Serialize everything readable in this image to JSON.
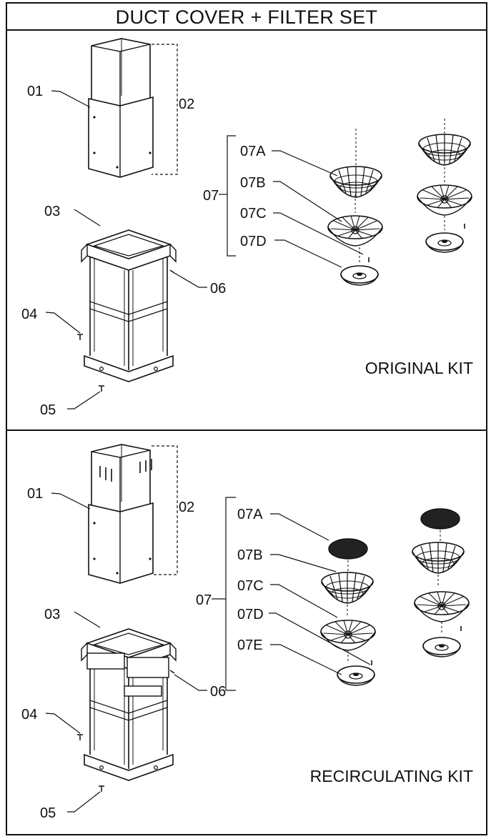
{
  "title": "DUCT COVER + FILTER SET",
  "sections": [
    {
      "kit_name": "ORIGINAL KIT",
      "labels": {
        "p01": "01",
        "p02": "02",
        "p03": "03",
        "p04": "04",
        "p05": "05",
        "p06": "06",
        "p07": "07",
        "p07a": "07A",
        "p07b": "07B",
        "p07c": "07C",
        "p07d": "07D"
      }
    },
    {
      "kit_name": "RECIRCULATING KIT",
      "labels": {
        "p01": "01",
        "p02": "02",
        "p03": "03",
        "p04": "04",
        "p05": "05",
        "p06": "06",
        "p07": "07",
        "p07a": "07A",
        "p07b": "07B",
        "p07c": "07C",
        "p07d": "07D",
        "p07e": "07E"
      }
    }
  ]
}
